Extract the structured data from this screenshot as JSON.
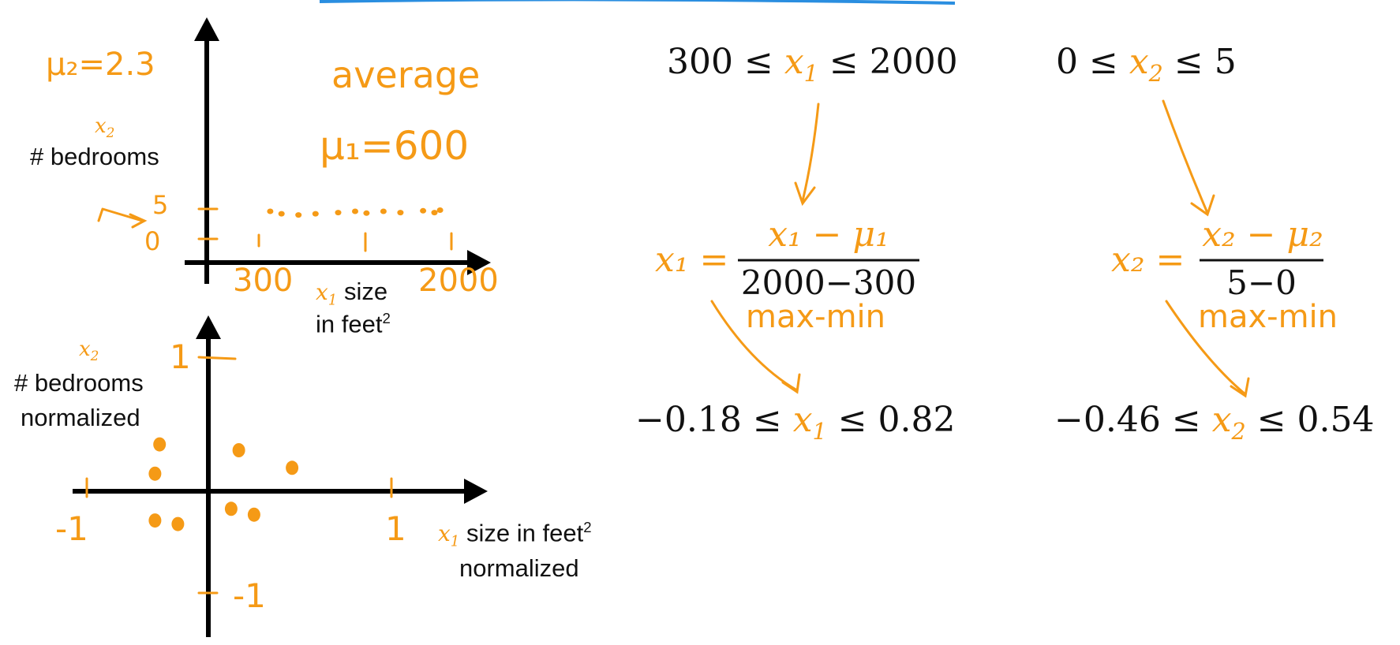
{
  "top_chart": {
    "y_var": "x",
    "y_sub": "2",
    "y_label": "# bedrooms",
    "x_var": "x",
    "x_sub": "1",
    "x_label_line1": "size",
    "x_label_line2": "in feet",
    "x_label_sup": "2",
    "mu2": "μ₂=2.3",
    "average": "average",
    "mu1": "μ₁=600",
    "y_tick_hi": "5",
    "y_tick_lo": "0",
    "x_tick_lo": "300",
    "x_tick_hi": "2000"
  },
  "bottom_chart": {
    "y_var": "x",
    "y_sub": "2",
    "y_label_line1": "# bedrooms",
    "y_label_line2": "normalized",
    "x_var": "x",
    "x_sub": "1",
    "x_label_line1": "size in feet",
    "x_label_sup": "2",
    "x_label_line2": "normalized",
    "y_tick_hi": "1",
    "y_tick_lo": "-1",
    "x_tick_lo": "-1",
    "x_tick_hi": "1"
  },
  "eq_range_1": {
    "left": "300 ≤ ",
    "var": "x",
    "sub": "1",
    "right": " ≤ 2000"
  },
  "eq_range_2": {
    "left": "0 ≤ ",
    "var": "x",
    "sub": "2",
    "right": " ≤ 5"
  },
  "formula_1": {
    "lhs": "x₁ =",
    "numerator": "x₁ − μ₁",
    "denominator": "2000−300",
    "note": "max-min"
  },
  "formula_2": {
    "lhs": "x₂ =",
    "numerator": "x₂ − μ₂",
    "denominator": "5−0",
    "note": "max-min"
  },
  "result_1": {
    "left": "−0.18 ≤ ",
    "var": "x",
    "sub": "1",
    "right": " ≤ 0.82"
  },
  "result_2": {
    "left": "−0.46 ≤ ",
    "var": "x",
    "sub": "2",
    "right": " ≤ 0.54"
  },
  "colors": {
    "ink": "#111111",
    "accent": "#f59a16",
    "top_bar": "#2a8ee0"
  },
  "chart_data": [
    {
      "type": "scatter",
      "xlabel": "x1 size in feet2",
      "ylabel": "x2 # bedrooms",
      "xticks": [
        "300",
        "2000"
      ],
      "yticks": [
        "0",
        "5"
      ],
      "points": [
        [
          400,
          4.6
        ],
        [
          500,
          4.2
        ],
        [
          650,
          4.0
        ],
        [
          800,
          4.2
        ],
        [
          1000,
          4.4
        ],
        [
          1150,
          4.6
        ],
        [
          1250,
          4.3
        ],
        [
          1400,
          4.6
        ],
        [
          1550,
          4.4
        ],
        [
          1750,
          4.7
        ],
        [
          1850,
          4.4
        ],
        [
          1900,
          4.8
        ]
      ]
    },
    {
      "type": "scatter",
      "xlabel": "x1 size in feet2 normalized",
      "ylabel": "x2 # bedrooms normalized",
      "xticks": [
        "-1",
        "1"
      ],
      "yticks": [
        "1",
        "-1"
      ],
      "points": [
        [
          -0.32,
          0.4
        ],
        [
          -0.35,
          0.15
        ],
        [
          -0.35,
          -0.25
        ],
        [
          -0.2,
          -0.28
        ],
        [
          0.2,
          0.35
        ],
        [
          0.55,
          0.2
        ],
        [
          0.15,
          -0.15
        ],
        [
          0.3,
          -0.2
        ]
      ]
    }
  ]
}
